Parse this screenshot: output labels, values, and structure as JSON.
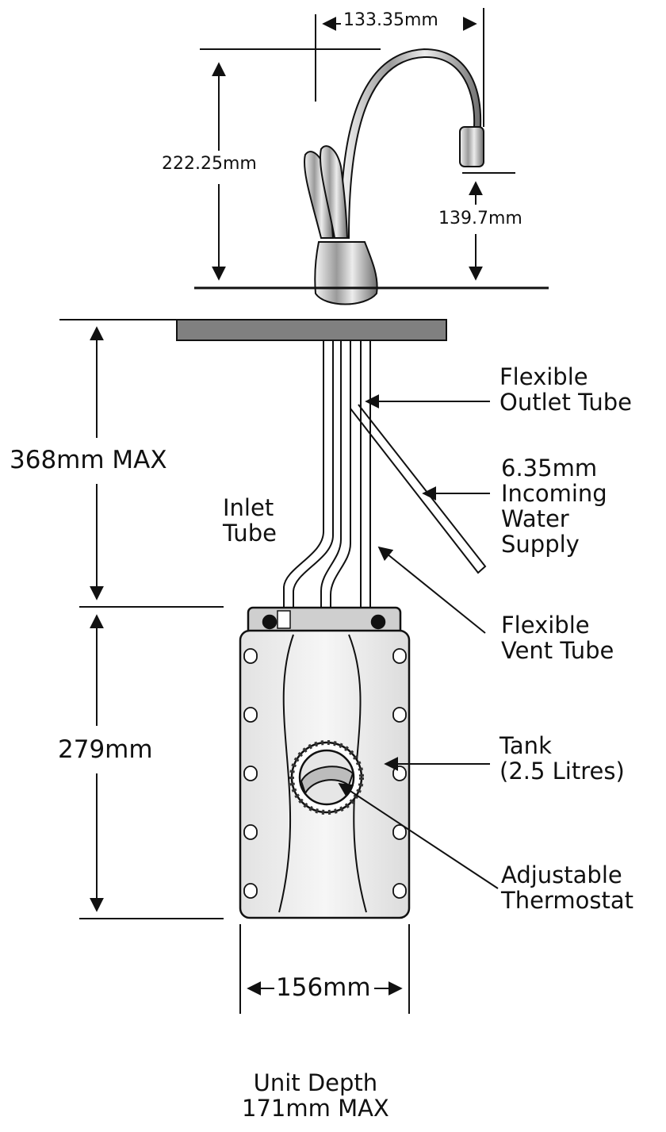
{
  "dimensions": {
    "spout_reach": "133.35mm",
    "faucet_height": "222.25mm",
    "spout_clearance": "139.7mm",
    "under_counter_height": "368mm MAX",
    "tank_height": "279mm",
    "tank_width": "156mm"
  },
  "labels": {
    "inlet_tube": [
      "Inlet",
      "Tube"
    ],
    "outlet_tube": [
      "Flexible",
      "Outlet Tube"
    ],
    "water_supply": [
      "6.35mm",
      "Incoming",
      "Water",
      "Supply"
    ],
    "vent_tube": [
      "Flexible",
      "Vent Tube"
    ],
    "tank": [
      "Tank",
      "(2.5 Litres)"
    ],
    "thermostat": [
      "Adjustable",
      "Thermostat"
    ],
    "unit_depth": [
      "Unit Depth",
      "171mm MAX"
    ]
  }
}
